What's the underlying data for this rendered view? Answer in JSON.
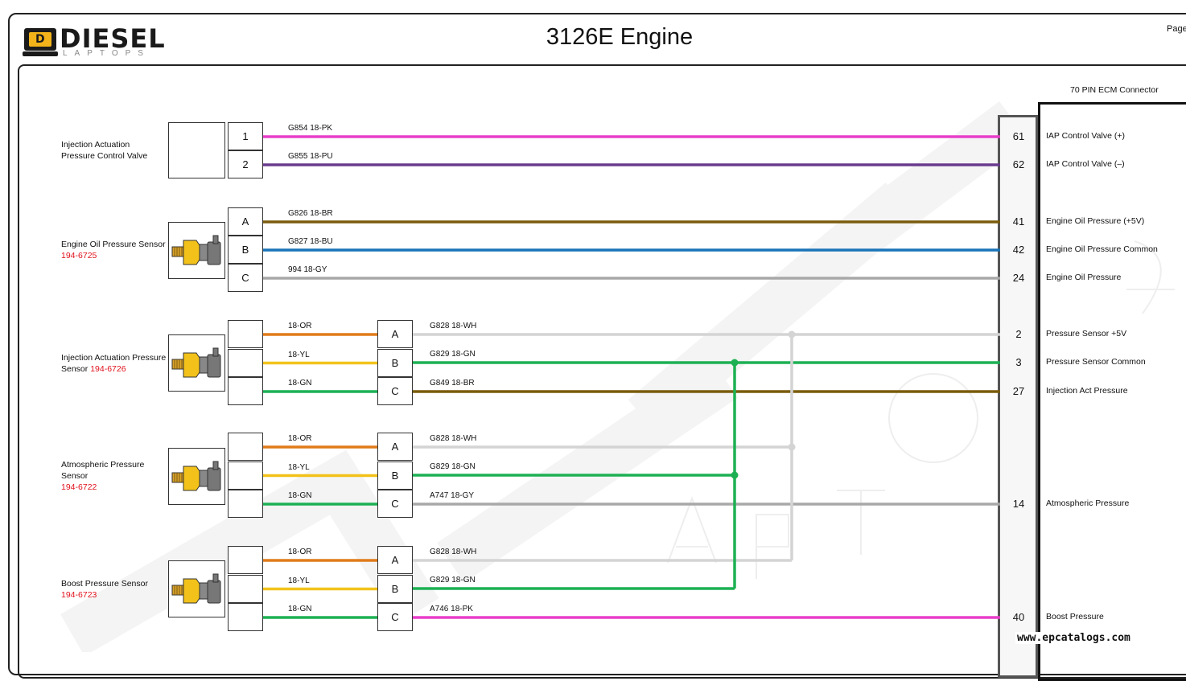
{
  "header": {
    "title": "3126E Engine",
    "page_label": "Page",
    "brand": "DIESEL",
    "brand_sub": "LAPTOPS"
  },
  "ecm": {
    "label": "70 PIN ECM Connector"
  },
  "components": [
    {
      "name": "Injection Actuation Pressure Control Valve",
      "part": ""
    },
    {
      "name": "Engine Oil Pressure Sensor",
      "part": "194-6725"
    },
    {
      "name": "Injection Actuation Pressure Sensor",
      "part": "194-6726"
    },
    {
      "name": "Atmospheric Pressure Sensor",
      "part": "194-6722"
    },
    {
      "name": "Boost Pressure Sensor",
      "part": "194-6723"
    }
  ],
  "connector_pins": {
    "valve": [
      "1",
      "2"
    ],
    "oil": [
      "A",
      "B",
      "C"
    ],
    "inline": [
      "A",
      "B",
      "C"
    ]
  },
  "harness_wires": [
    "18-OR",
    "18-YL",
    "18-GN"
  ],
  "circuits": [
    {
      "wire": "G854 18-PK",
      "pin": "61",
      "function": "IAP Control Valve (+)",
      "color": "#e83ec9"
    },
    {
      "wire": "G855 18-PU",
      "pin": "62",
      "function": "IAP Control Valve (–)",
      "color": "#6a3a8e"
    },
    {
      "wire": "G826 18-BR",
      "pin": "41",
      "function": "Engine Oil Pressure (+5V)",
      "color": "#7a5c0c"
    },
    {
      "wire": "G827 18-BU",
      "pin": "42",
      "function": "Engine Oil Pressure Common",
      "color": "#1a74b8"
    },
    {
      "wire": "994 18-GY",
      "pin": "24",
      "function": "Engine Oil Pressure",
      "color": "#a8a8a8"
    },
    {
      "wire": "G828 18-WH",
      "pin": "2",
      "function": "Pressure Sensor +5V",
      "color": "#d4d4d4"
    },
    {
      "wire": "G829 18-GN",
      "pin": "3",
      "function": "Pressure Sensor Common",
      "color": "#1db053"
    },
    {
      "wire": "G849 18-BR",
      "pin": "27",
      "function": "Injection Act Pressure",
      "color": "#7a5c0c"
    },
    {
      "wire": "G828 18-WH",
      "pin": "",
      "function": "",
      "color": "#d4d4d4"
    },
    {
      "wire": "G829 18-GN",
      "pin": "",
      "function": "",
      "color": "#1db053"
    },
    {
      "wire": "A747 18-GY",
      "pin": "14",
      "function": "Atmospheric Pressure",
      "color": "#a8a8a8"
    },
    {
      "wire": "G828 18-WH",
      "pin": "",
      "function": "",
      "color": "#d4d4d4"
    },
    {
      "wire": "G829 18-GN",
      "pin": "",
      "function": "",
      "color": "#1db053"
    },
    {
      "wire": "A746 18-PK",
      "pin": "40",
      "function": "Boost Pressure",
      "color": "#e83ec9"
    }
  ],
  "colors": {
    "orange": "#e07b1a",
    "yellow": "#f2c21a",
    "green": "#1db053",
    "white": "#d4d4d4",
    "part_number": "#e0101a"
  },
  "watermark": "www.epcatalogs.com"
}
